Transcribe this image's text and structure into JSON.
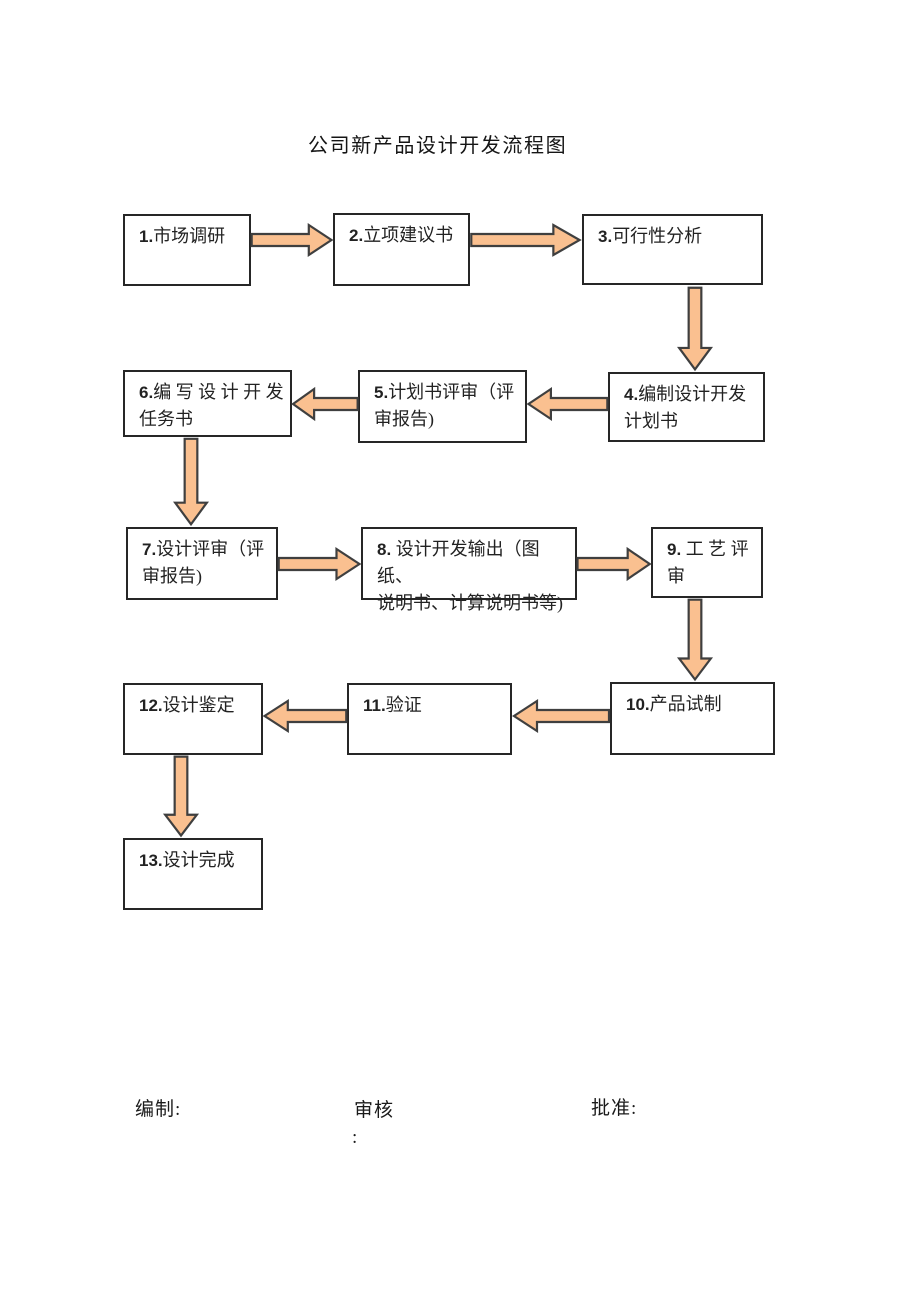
{
  "page": {
    "title": "公司新产品设计开发流程图"
  },
  "flow": {
    "boxes": [
      {
        "id": 1,
        "num": "1.",
        "text": "市场调研"
      },
      {
        "id": 2,
        "num": "2.",
        "text": "立项建议书"
      },
      {
        "id": 3,
        "num": "3.",
        "text": "可行性分析"
      },
      {
        "id": 4,
        "num": "4.",
        "text": "编制设计开发\n计划书"
      },
      {
        "id": 5,
        "num": "5.",
        "text": "计划书评审（评\n审报告)"
      },
      {
        "id": 6,
        "num": "6.",
        "text": "编 写 设 计 开 发\n任务书"
      },
      {
        "id": 7,
        "num": "7.",
        "text": "设计评审（评\n审报告)"
      },
      {
        "id": 8,
        "num": "8.",
        "text": " 设计开发输出（图纸、\n说明书、计算说明书等)"
      },
      {
        "id": 9,
        "num": "9.",
        "text": " 工 艺 评\n审"
      },
      {
        "id": 10,
        "num": "10.",
        "text": "产品试制"
      },
      {
        "id": 11,
        "num": "11.",
        "text": "验证"
      },
      {
        "id": 12,
        "num": "12.",
        "text": "设计鉴定"
      },
      {
        "id": 13,
        "num": "13.",
        "text": "设计完成"
      }
    ],
    "connections": [
      {
        "from": 1,
        "to": 2,
        "direction": "right"
      },
      {
        "from": 2,
        "to": 3,
        "direction": "right"
      },
      {
        "from": 3,
        "to": 4,
        "direction": "down"
      },
      {
        "from": 4,
        "to": 5,
        "direction": "left"
      },
      {
        "from": 5,
        "to": 6,
        "direction": "left"
      },
      {
        "from": 6,
        "to": 7,
        "direction": "down"
      },
      {
        "from": 7,
        "to": 8,
        "direction": "right"
      },
      {
        "from": 8,
        "to": 9,
        "direction": "right"
      },
      {
        "from": 9,
        "to": 10,
        "direction": "down"
      },
      {
        "from": 10,
        "to": 11,
        "direction": "left"
      },
      {
        "from": 11,
        "to": 12,
        "direction": "left"
      },
      {
        "from": 12,
        "to": 13,
        "direction": "down"
      }
    ]
  },
  "footer": {
    "prepared_label": "编制:",
    "reviewed_label": "审核",
    "reviewed_colon": ":",
    "approved_label": "批准:"
  },
  "colors": {
    "arrow_fill": "#FAC090",
    "arrow_outline": "#3F3F3F",
    "box_border": "#262626",
    "page_background": "#FFFFFF"
  }
}
